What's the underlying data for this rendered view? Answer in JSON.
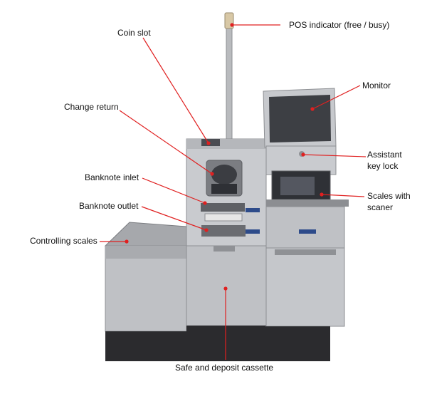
{
  "labels": {
    "pos_indicator": "POS indicator (free / busy)",
    "coin_slot": "Coin slot",
    "monitor": "Monitor",
    "change_return": "Change return",
    "assistant_key_lock_1": "Assistant",
    "assistant_key_lock_2": "key lock",
    "banknote_inlet": "Banknote inlet",
    "scales_with_scaner_1": "Scales with",
    "scales_with_scaner_2": "scaner",
    "banknote_outlet": "Banknote outlet",
    "controlling_scales": "Controlling scales",
    "safe_and_deposit_cassette": "Safe and deposit cassette"
  },
  "colors": {
    "leader_line": "#e02020",
    "text": "#111111",
    "cabinet": "#c9cbcf",
    "cabinet_dark": "#9a9ca1",
    "base": "#2b2b2e"
  }
}
